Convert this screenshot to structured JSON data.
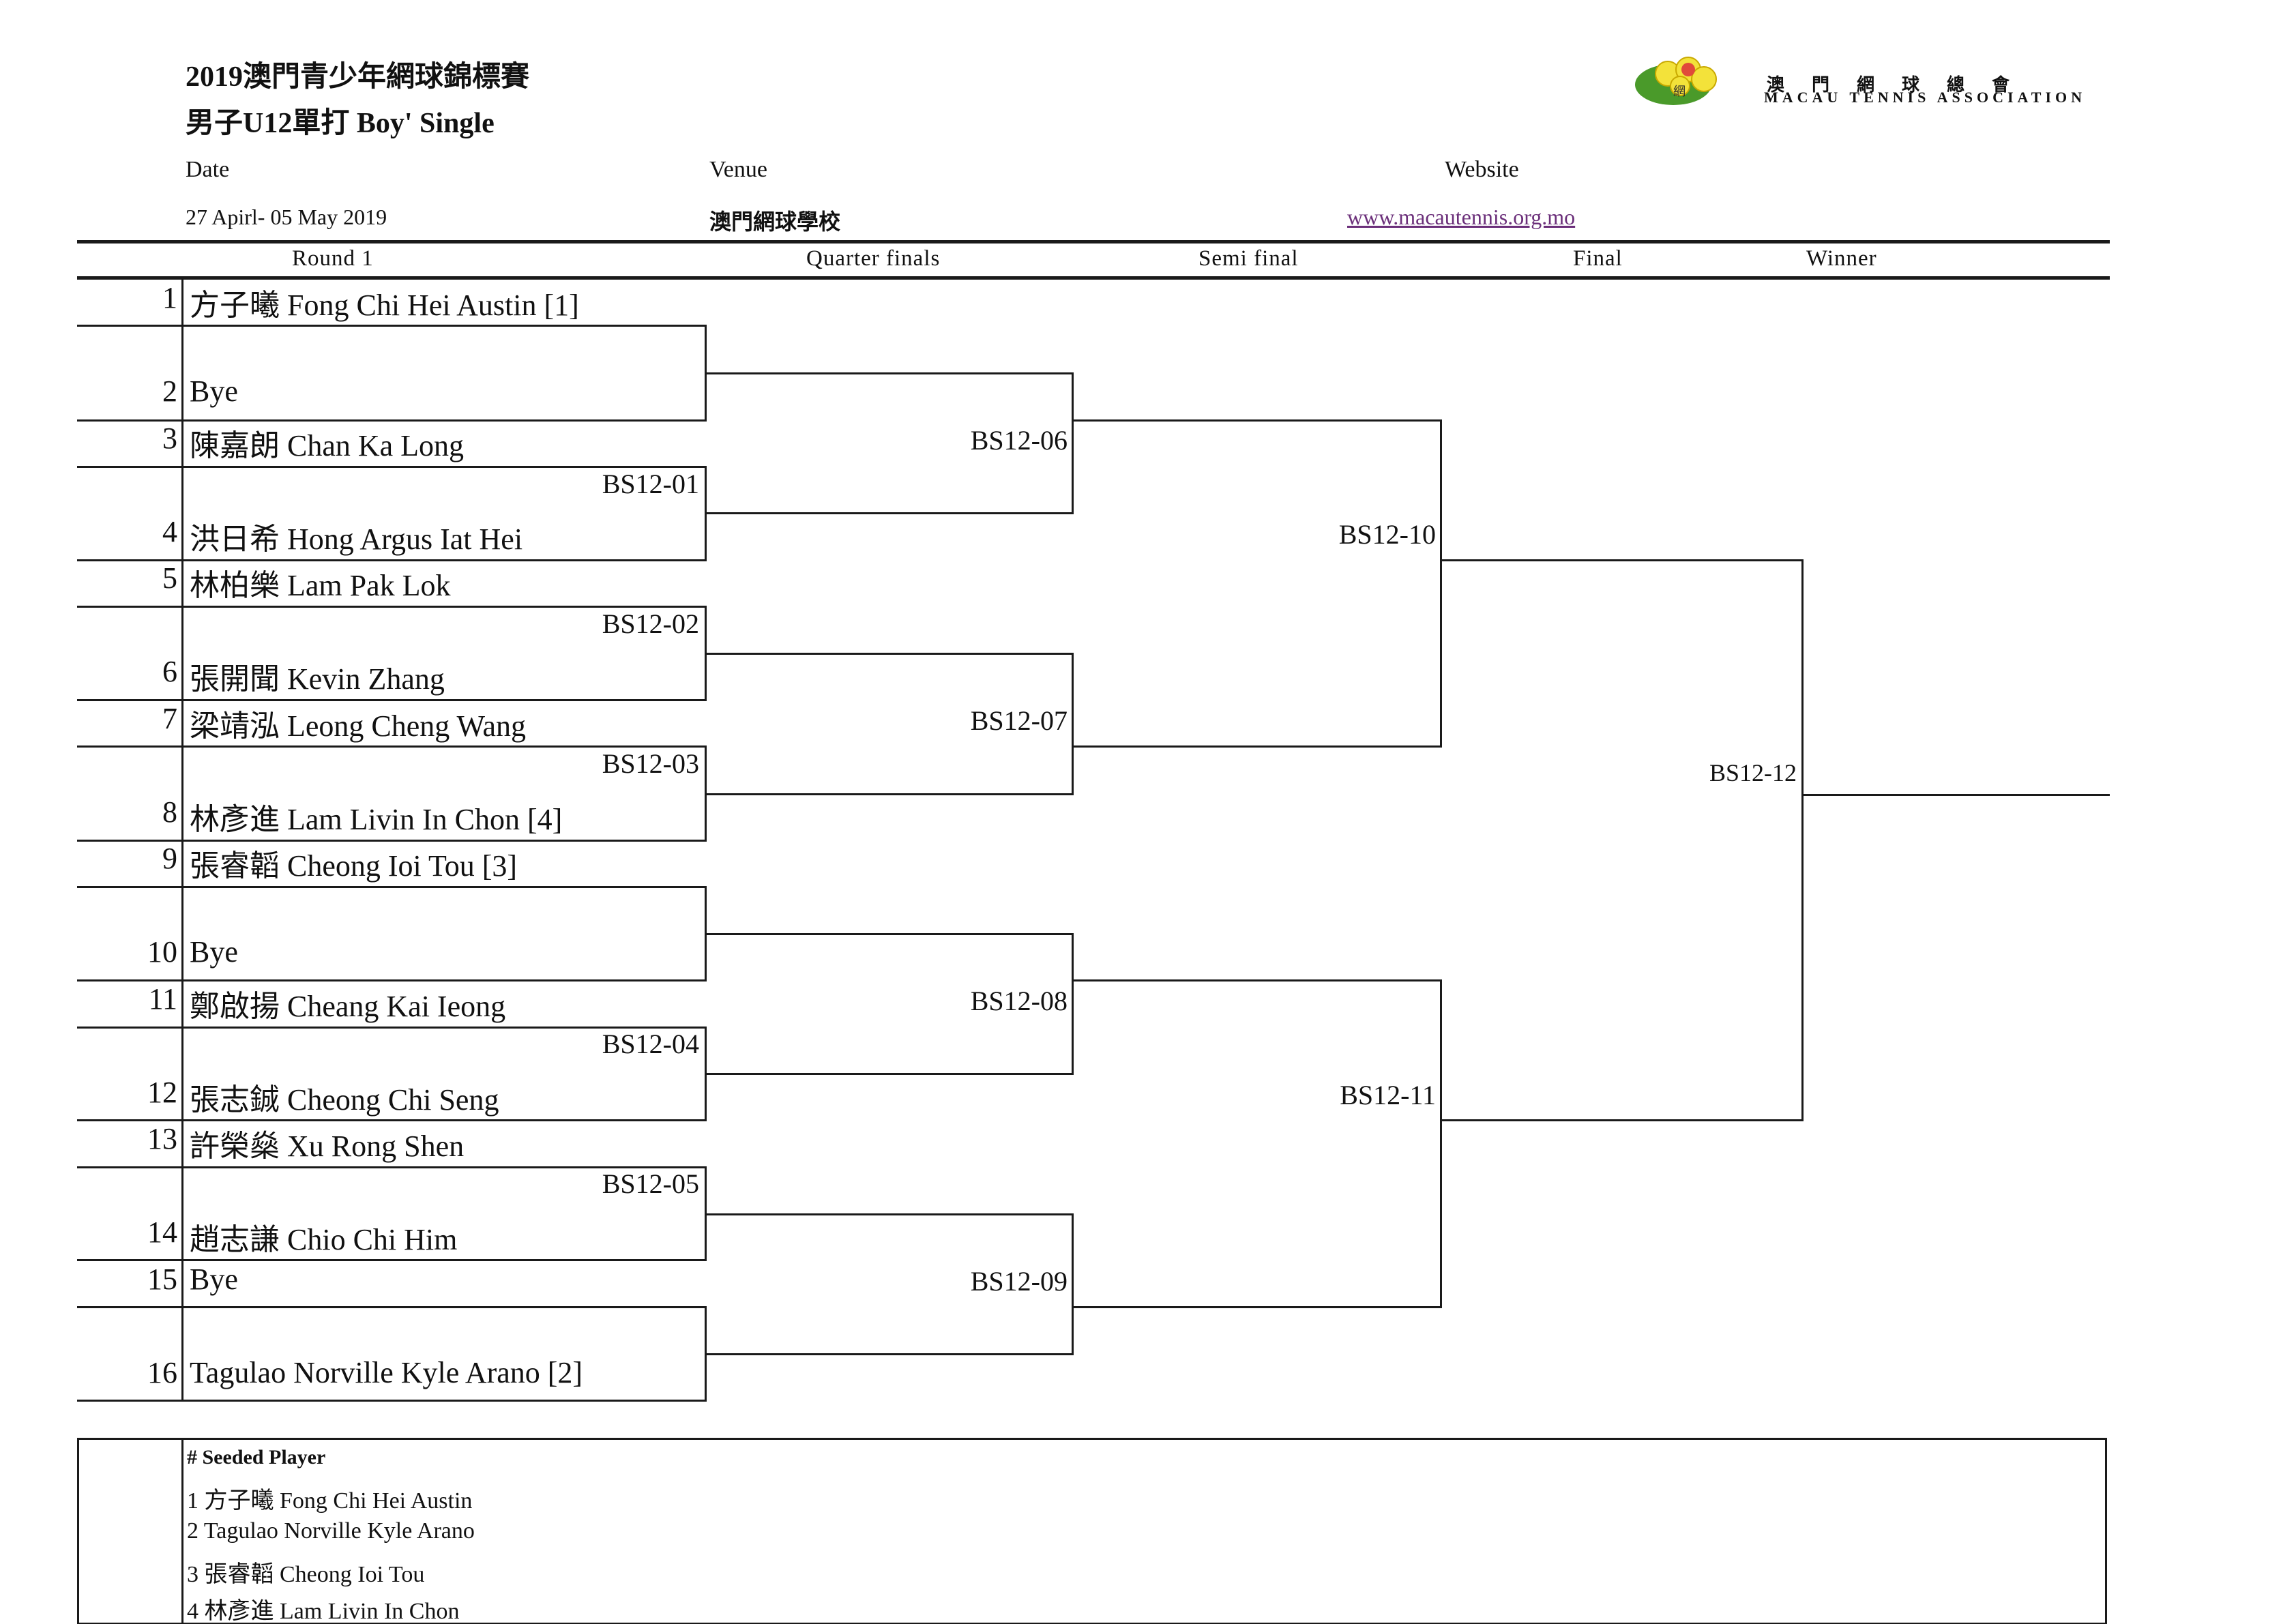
{
  "header": {
    "title_line1": "2019澳門青少年網球錦標賽",
    "title_line2": "男子U12單打 Boy' Single",
    "date_label": "Date",
    "venue_label": "Venue",
    "website_label": "Website",
    "date_value": "27 Apirl- 05 May 2019",
    "venue_value": "澳門網球學校",
    "website_value": "www.macautennis.org.mo"
  },
  "logo": {
    "cn": "澳門網球總會",
    "en": "MACAU TENNIS ASSOCIATION",
    "emblem_text": "網",
    "colors": {
      "yellow": "#f3e23a",
      "green": "#4a9a2a",
      "dark": "#2c2c2c"
    }
  },
  "rounds": {
    "r1": "Round 1",
    "qf": "Quarter finals",
    "sf": "Semi final",
    "final": "Final",
    "winner": "Winner"
  },
  "players": [
    {
      "num": "1",
      "name": "方子曦 Fong Chi Hei Austin [1]"
    },
    {
      "num": "2",
      "name": "Bye"
    },
    {
      "num": "3",
      "name": "陳嘉朗 Chan Ka Long"
    },
    {
      "num": "4",
      "name": "洪日希 Hong Argus Iat Hei"
    },
    {
      "num": "5",
      "name": "林柏樂 Lam Pak Lok"
    },
    {
      "num": "6",
      "name": "張開聞  Kevin Zhang"
    },
    {
      "num": "7",
      "name": "梁靖泓 Leong Cheng Wang"
    },
    {
      "num": "8",
      "name": "林彥進 Lam Livin In Chon [4]"
    },
    {
      "num": "9",
      "name": "張睿韜 Cheong Ioi Tou [3]"
    },
    {
      "num": "10",
      "name": "Bye"
    },
    {
      "num": "11",
      "name": "鄭啟揚 Cheang Kai Ieong"
    },
    {
      "num": "12",
      "name": "張志鋮  Cheong Chi Seng"
    },
    {
      "num": "13",
      "name": "許榮燊  Xu Rong Shen"
    },
    {
      "num": "14",
      "name": "趙志謙 Chio Chi Him"
    },
    {
      "num": "15",
      "name": "Bye"
    },
    {
      "num": "16",
      "name": "Tagulao Norville Kyle Arano [2]"
    }
  ],
  "matches": {
    "r1": [
      "BS12-01",
      "BS12-02",
      "BS12-03",
      "BS12-04",
      "BS12-05"
    ],
    "qf": [
      "BS12-06",
      "BS12-07",
      "BS12-08",
      "BS12-09"
    ],
    "sf": [
      "BS12-10",
      "BS12-11"
    ],
    "final": "BS12-12"
  },
  "seeds": {
    "title": "# Seeded Player",
    "items": [
      "1 方子曦 Fong Chi Hei Austin",
      "2 Tagulao Norville Kyle Arano",
      "3 張睿韜 Cheong Ioi Tou",
      "4 林彥進 Lam Livin In Chon"
    ]
  }
}
